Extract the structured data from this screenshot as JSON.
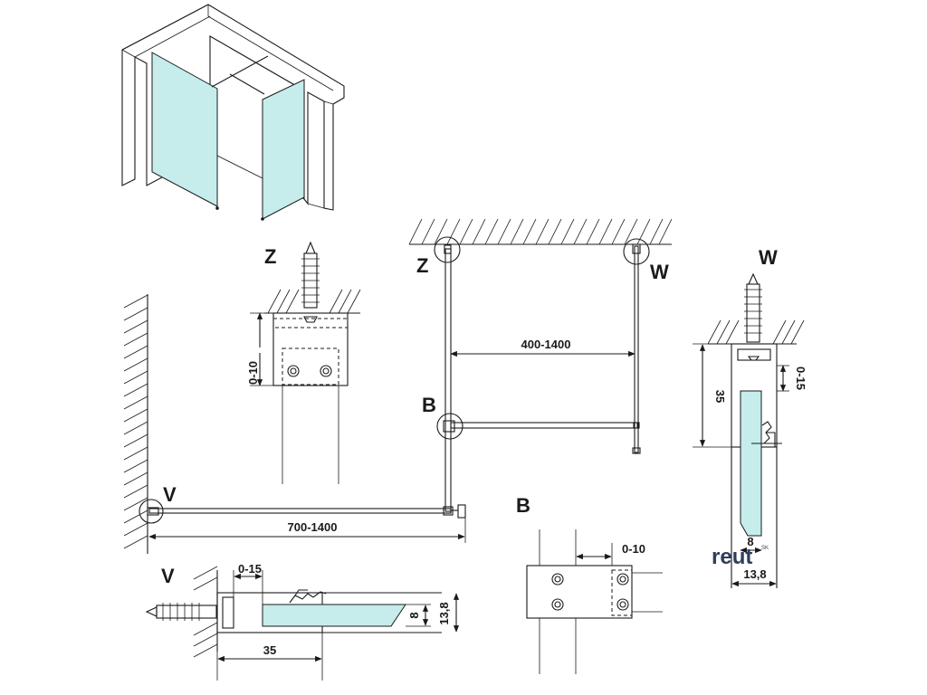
{
  "labels": {
    "z": "Z",
    "w": "W",
    "b": "B",
    "v": "V"
  },
  "dimensions": {
    "z_adjust": "0-10",
    "plan_w_span": "400-1400",
    "plan_v_span": "700-1400",
    "w_adjust": "0-15",
    "w_depth": "35",
    "w_glass": "8",
    "w_width": "13,8",
    "b_adjust": "0-10",
    "v_adjust": "0-15",
    "v_glass": "8",
    "v_width": "13,8",
    "v_depth": "35"
  },
  "brand": {
    "name": "reut",
    "suffix": "SK"
  },
  "colors": {
    "glass": "#c6ecec",
    "line": "#1a1a1a",
    "brand": "#2e3f5c"
  }
}
